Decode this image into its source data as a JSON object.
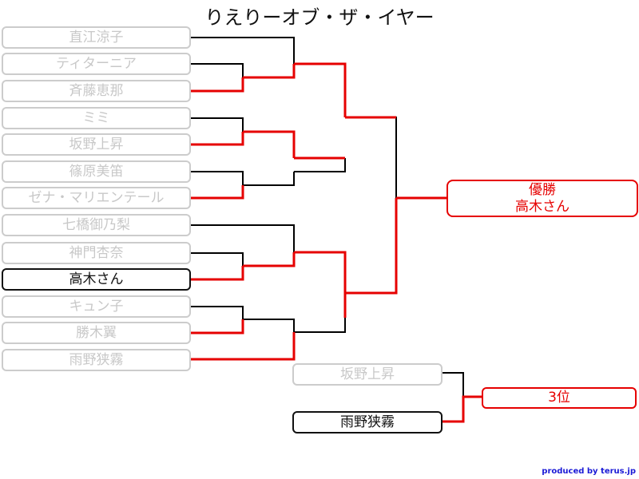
{
  "title": "りえりーオブ・ザ・イヤー",
  "entrants": [
    "直江涼子",
    "ティターニア",
    "斉藤恵那",
    "ミミ",
    "坂野上昇",
    "篠原美笛",
    "ゼナ・マリエンテール",
    "七橋御乃梨",
    "神門杏奈",
    "高木さん",
    "キュン子",
    "勝木翼",
    "雨野狭霧"
  ],
  "champion": {
    "label": "優勝",
    "name": "高木さん"
  },
  "third_place_match": {
    "players": [
      "坂野上昇",
      "雨野狭霧"
    ],
    "label": "3位"
  },
  "credit": "produced by terus.jp",
  "colors": {
    "win": "#e60000",
    "loss": "#000000",
    "inactive": "#cccccc"
  }
}
